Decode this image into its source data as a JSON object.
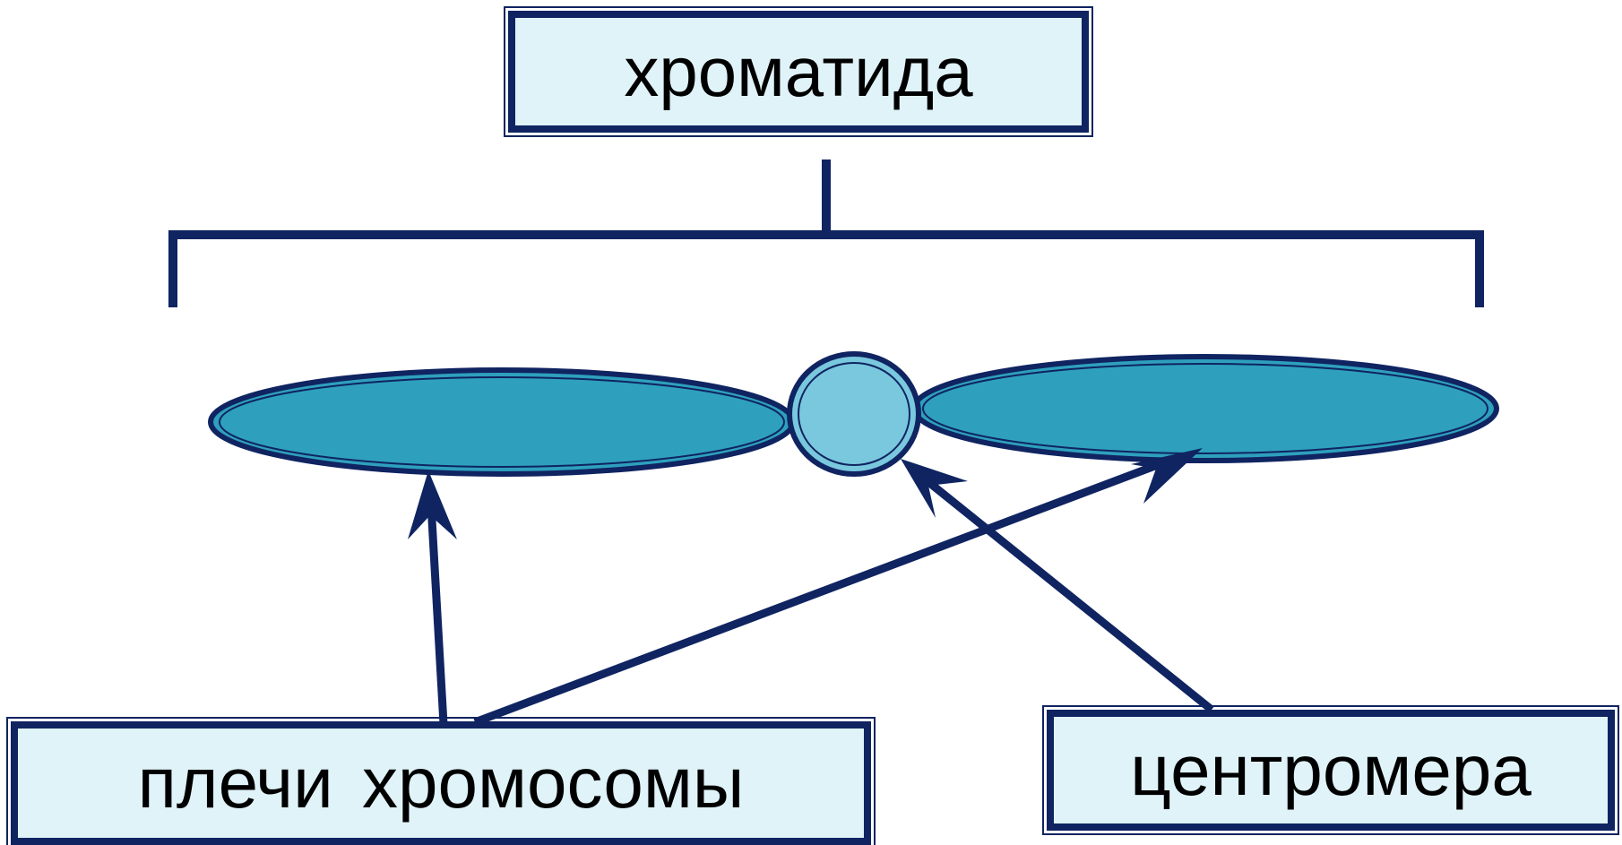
{
  "labels": {
    "chromatid": "хроматида",
    "chromosome_arms": "плечи  хромосомы",
    "centromere": "центромера"
  },
  "colors": {
    "line": "#0f2461",
    "arm_fill": "#2ea0bd",
    "centromere_fill": "#79c8de",
    "label_bg": "#dff3f8"
  }
}
